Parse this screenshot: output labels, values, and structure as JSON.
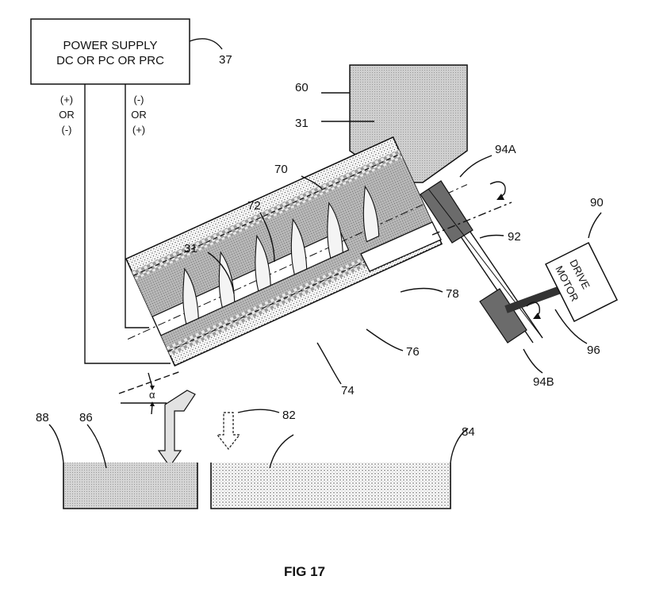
{
  "power_supply": {
    "line1": "POWER SUPPLY",
    "line2": "DC OR PC OR PRC",
    "ref": "37"
  },
  "polarity_left": {
    "l1": "(+)",
    "l2": "OR",
    "l3": "(-)"
  },
  "polarity_right": {
    "l1": "(-)",
    "l2": "OR",
    "l3": "(+)"
  },
  "refs": {
    "hopper": "60",
    "material_top": "31",
    "material_in_tube": "31",
    "bearing_top": "94A",
    "bearing_bottom": "94B",
    "motor": "90",
    "belt": "92",
    "shaft": "96",
    "reactor": "70",
    "screw": "72",
    "inner_layer": "78",
    "outer_wall": "76",
    "middle_layer": "74",
    "solids_outlet": "82",
    "liquid_basin": "86",
    "liquid_basin_left": "88",
    "solids_basin": "84"
  },
  "motor_label": {
    "l1": "DRIVE",
    "l2": "MOTOR"
  },
  "angle_symbol": "α",
  "figure_caption": "FIG 17"
}
